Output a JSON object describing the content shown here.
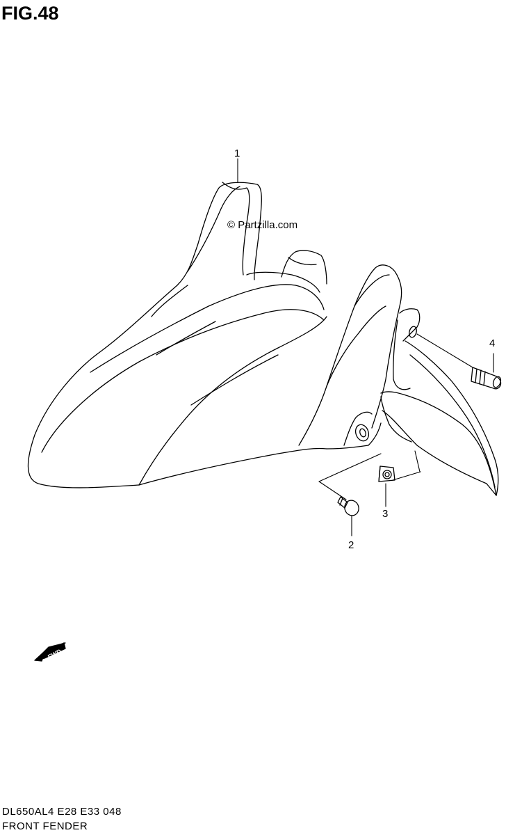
{
  "figure": {
    "title": "FIG.48"
  },
  "watermark": "© Partzilla.com",
  "callouts": [
    {
      "id": "1",
      "label": "1"
    },
    {
      "id": "2",
      "label": "2"
    },
    {
      "id": "3",
      "label": "3"
    },
    {
      "id": "4",
      "label": "4"
    }
  ],
  "fwd_arrow": {
    "label": "FWD"
  },
  "footer": {
    "model_code": "DL650AL4  E28  E33  048",
    "section_name": "FRONT FENDER"
  }
}
